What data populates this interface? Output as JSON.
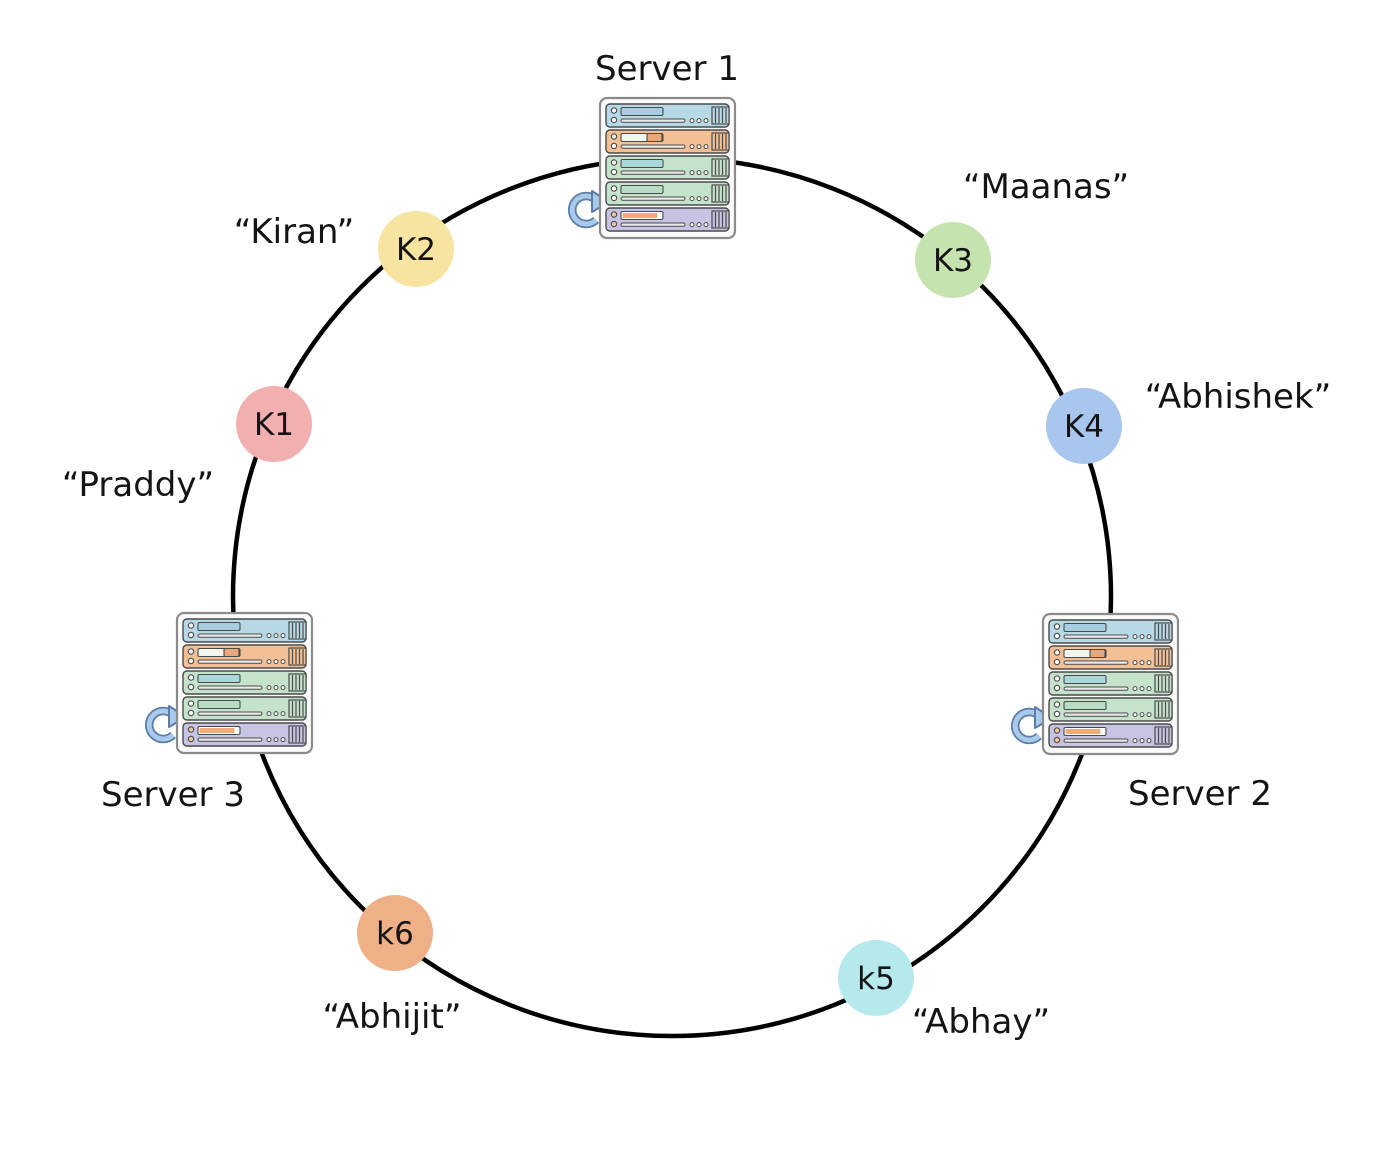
{
  "diagram": {
    "type": "consistent-hashing-ring",
    "ring_color": "#000000",
    "background_color": "#ffffff",
    "text_color": "#141414"
  },
  "icons": {
    "server_rack": "server-rack-icon",
    "replication_arrow": "circular-arrow-icon"
  },
  "servers": [
    {
      "label": "Server 1"
    },
    {
      "label": "Server 2"
    },
    {
      "label": "Server 3"
    }
  ],
  "keys": [
    {
      "label": "K1",
      "value": "“Praddy”",
      "color": "#F2AFB0"
    },
    {
      "label": "K2",
      "value": "“Kiran”",
      "color": "#F7E4A1"
    },
    {
      "label": "K3",
      "value": "“Maanas”",
      "color": "#C4E3AE"
    },
    {
      "label": "K4",
      "value": "“Abhishek”",
      "color": "#A9C6EE"
    },
    {
      "label": "k5",
      "value": "“Abhay”",
      "color": "#B6E9EC"
    },
    {
      "label": "k6",
      "value": "“Abhijit”",
      "color": "#EFB088"
    }
  ]
}
